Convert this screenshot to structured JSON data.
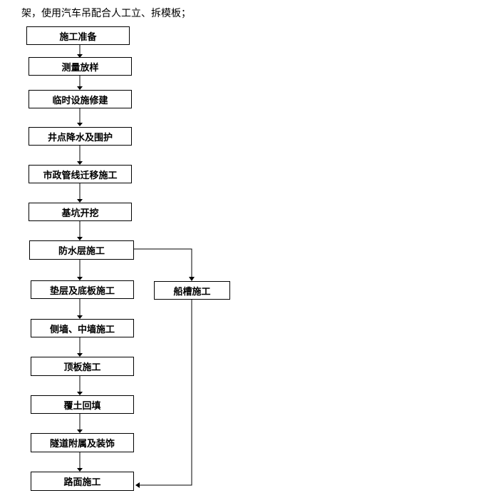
{
  "intro_text": "架，使用汽车吊配合人工立、拆模板；",
  "flowchart": {
    "steps": [
      "施工准备",
      "测量放样",
      "临时设施修建",
      "井点降水及围护",
      "市政管线迁移施工",
      "基坑开挖",
      "防水层施工",
      "垫层及底板施工",
      "侧墙、中墙施工",
      "顶板施工",
      "覆土回填",
      "隧道附属及装饰",
      "路面施工"
    ],
    "side_step": "船槽施工"
  }
}
